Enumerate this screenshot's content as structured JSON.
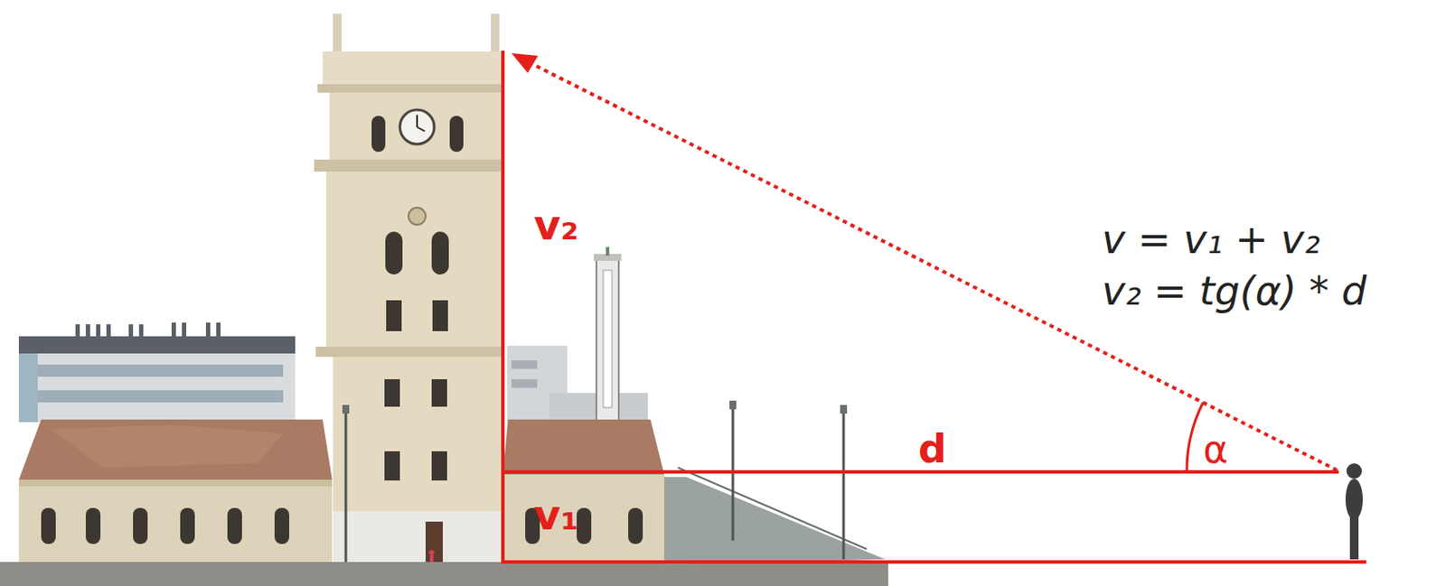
{
  "diagram": {
    "labels": [
      "v₂",
      "v = v₁ + v₂",
      "v₂ = tg(α) * d",
      "d",
      "α",
      "v₁"
    ]
  }
}
